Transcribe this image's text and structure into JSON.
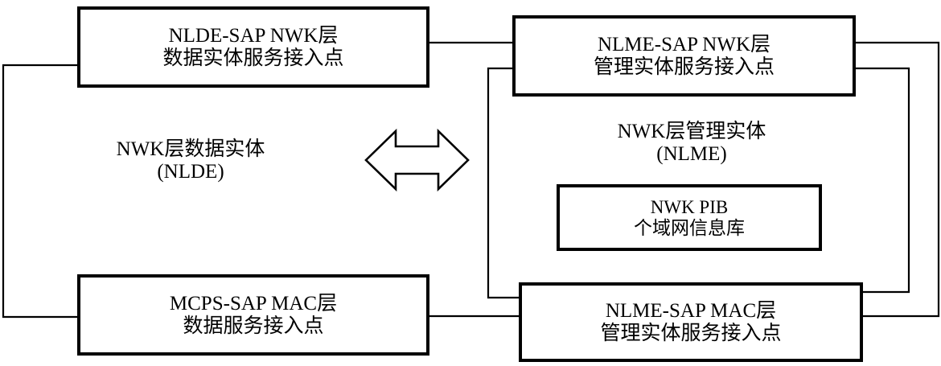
{
  "diagram": {
    "title": "NWK layer reference model",
    "type": "block-diagram",
    "colors": {
      "stroke": "#000000",
      "background": "#ffffff",
      "text": "#000000"
    },
    "arrow": {
      "name": "bidirectional-arrow",
      "label": "",
      "direction": "double-horizontal"
    },
    "blocks": [
      {
        "id": "nlde-sap",
        "name": "nlde-sap-box",
        "line1": "NLDE-SAP NWK层",
        "line2": "数据实体服务接入点"
      },
      {
        "id": "nlme-sap-nwk",
        "name": "nlme-sap-nwk-box",
        "line1": "NLME-SAP NWK层",
        "line2": "管理实体服务接入点"
      },
      {
        "id": "nlde",
        "name": "nlde-entity-label",
        "line1": "NWK层数据实体",
        "line2": "(NLDE)"
      },
      {
        "id": "nlme",
        "name": "nlme-entity-label",
        "line1": "NWK层管理实体",
        "line2": "(NLME)"
      },
      {
        "id": "nwk-pib",
        "name": "nwk-pib-box",
        "line1": "NWK PIB",
        "line2": "个域网信息库"
      },
      {
        "id": "mcps-sap",
        "name": "mcps-sap-box",
        "line1": "MCPS-SAP MAC层",
        "line2": "数据服务接入点"
      },
      {
        "id": "nlme-sap-mac",
        "name": "nlme-sap-mac-box",
        "line1": "NLME-SAP MAC层",
        "line2": "管理实体服务接入点"
      }
    ]
  }
}
